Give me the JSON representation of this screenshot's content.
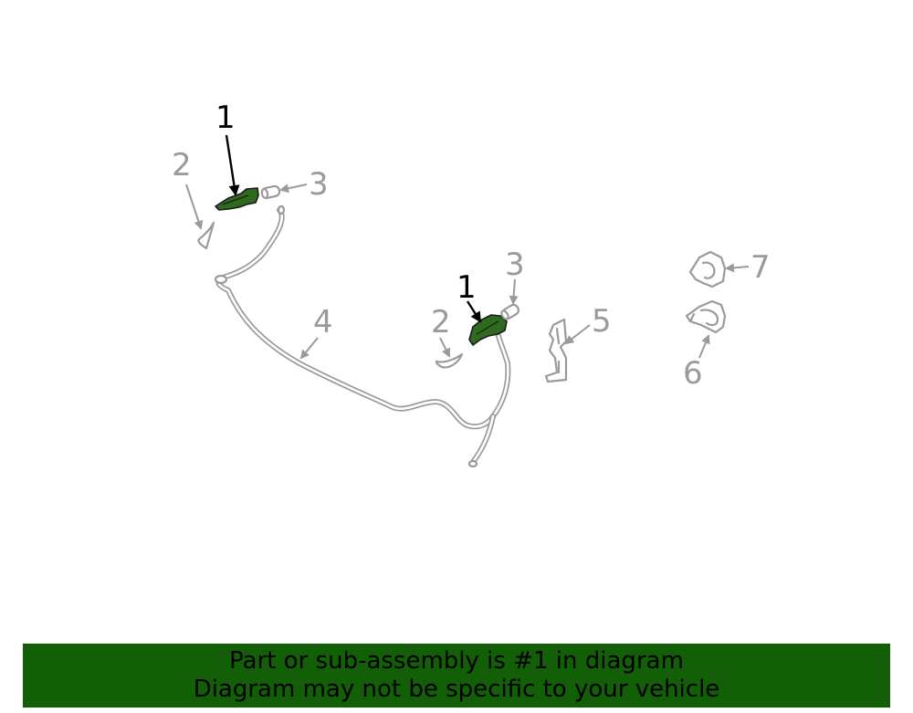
{
  "diagram": {
    "highlight_color": "#2f6b1e",
    "outline_color": "#9a9a9a",
    "callouts": [
      {
        "id": "callout-1a",
        "label": "1",
        "active": true
      },
      {
        "id": "callout-2a",
        "label": "2",
        "active": false
      },
      {
        "id": "callout-3a",
        "label": "3",
        "active": false
      },
      {
        "id": "callout-1b",
        "label": "1",
        "active": true
      },
      {
        "id": "callout-2b",
        "label": "2",
        "active": false
      },
      {
        "id": "callout-3b",
        "label": "3",
        "active": false
      },
      {
        "id": "callout-4",
        "label": "4",
        "active": false
      },
      {
        "id": "callout-5",
        "label": "5",
        "active": false
      },
      {
        "id": "callout-6",
        "label": "6",
        "active": false
      },
      {
        "id": "callout-7",
        "label": "7",
        "active": false
      }
    ]
  },
  "banner": {
    "background": "#135f07",
    "line1": "Part or sub-assembly is #1 in diagram",
    "line2": "Diagram may not be specific to your vehicle"
  }
}
